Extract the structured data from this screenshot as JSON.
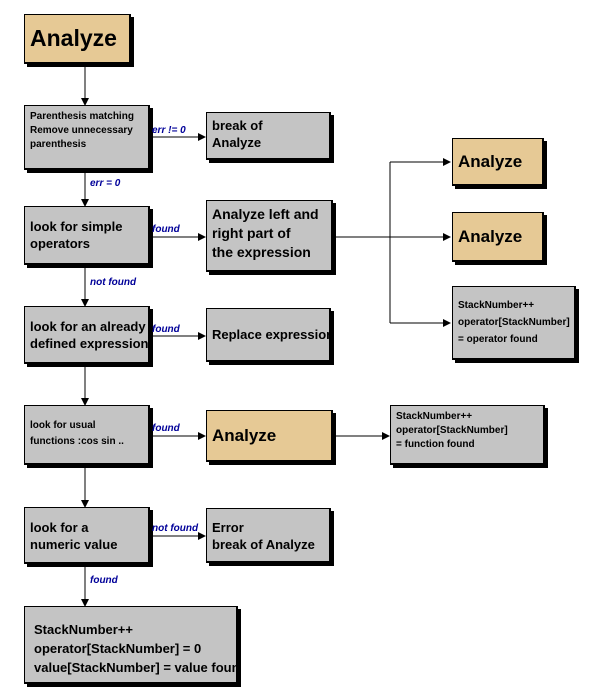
{
  "diagram": {
    "start_box": "Analyze",
    "step1": [
      "Parenthesis matching",
      "Remove unnecessary",
      "parenthesis"
    ],
    "step1_err": [
      "break of",
      "Analyze"
    ],
    "step2": [
      "look for simple",
      "operators"
    ],
    "step2_found": [
      "Analyze left and",
      "right part of",
      "the expression"
    ],
    "step3": [
      "look for an already",
      "defined expression"
    ],
    "step3_found": "Replace expression",
    "step4": [
      "look for usual",
      "functions :cos sin .."
    ],
    "step4_found": "Analyze",
    "step4_result": [
      "StackNumber++",
      "operator[StackNumber]",
      "= function found"
    ],
    "step5": [
      "look for a",
      "numeric value"
    ],
    "step5_notfound": [
      "Error",
      "break of Analyze"
    ],
    "step5_found": [
      "StackNumber++",
      "operator[StackNumber] = 0",
      "value[StackNumber] = value found"
    ],
    "right_analyze_1": "Analyze",
    "right_analyze_2": "Analyze",
    "right_result": [
      "StackNumber++",
      "operator[StackNumber]",
      "= operator found"
    ],
    "labels": {
      "err_ne_0": "err != 0",
      "err_eq_0": "err = 0",
      "found_1": "found",
      "not_found_1": "not found",
      "found_2": "found",
      "found_3": "found",
      "not_found_2": "not found",
      "found_4": "found"
    }
  }
}
